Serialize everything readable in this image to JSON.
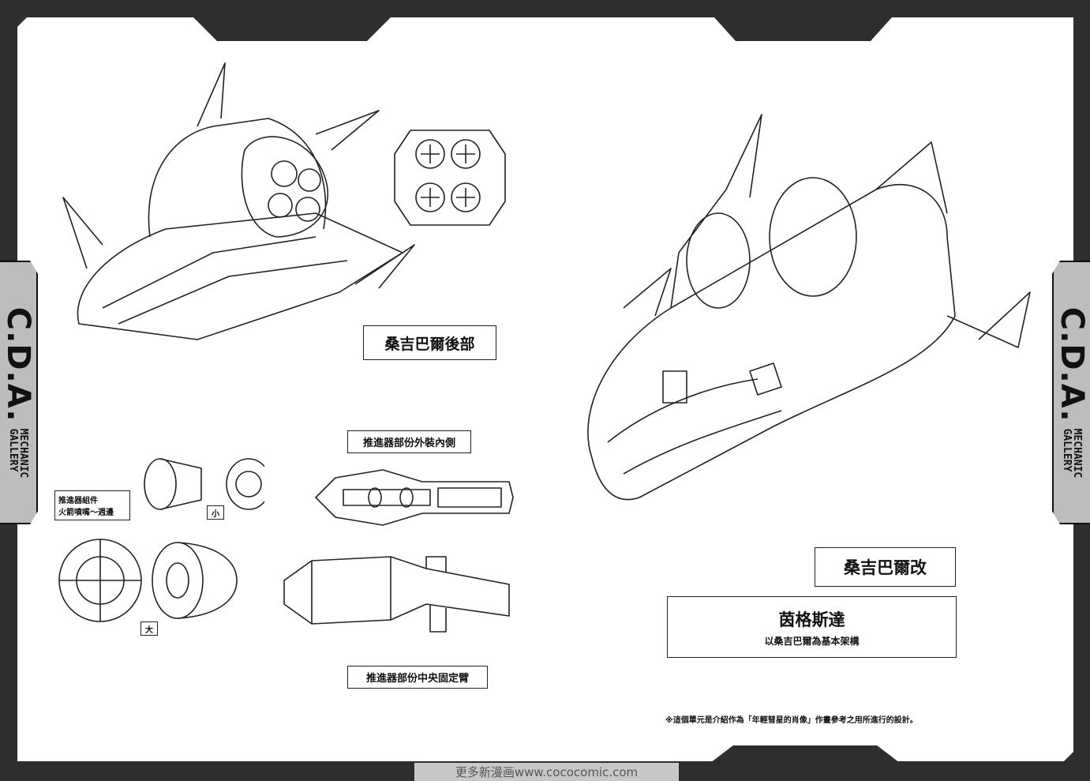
{
  "side_banner": {
    "title": "C.D.A.",
    "subtitle_line1": "MECHANIC",
    "subtitle_line2": "GALLERY"
  },
  "left_page": {
    "rear_label": "桑吉巴爾後部",
    "outer_inner_label": "推進器部份外裝內側",
    "nozzle_label_line1": "推進器組件",
    "nozzle_label_line2": "火箭噴嘴～週邊",
    "small_label": "小",
    "large_label": "大",
    "center_arm_label": "推進器部份中央固定臂"
  },
  "right_page": {
    "kai_label": "桑吉巴爾改",
    "name_title": "茵格斯達",
    "name_subtitle": "以桑吉巴爾為基本架構",
    "note": "※這個單元是介紹作為「年輕彗星的肖像」作畫參考之用所進行的設計。"
  },
  "watermark": "更多新漫画www.cococomic.com"
}
